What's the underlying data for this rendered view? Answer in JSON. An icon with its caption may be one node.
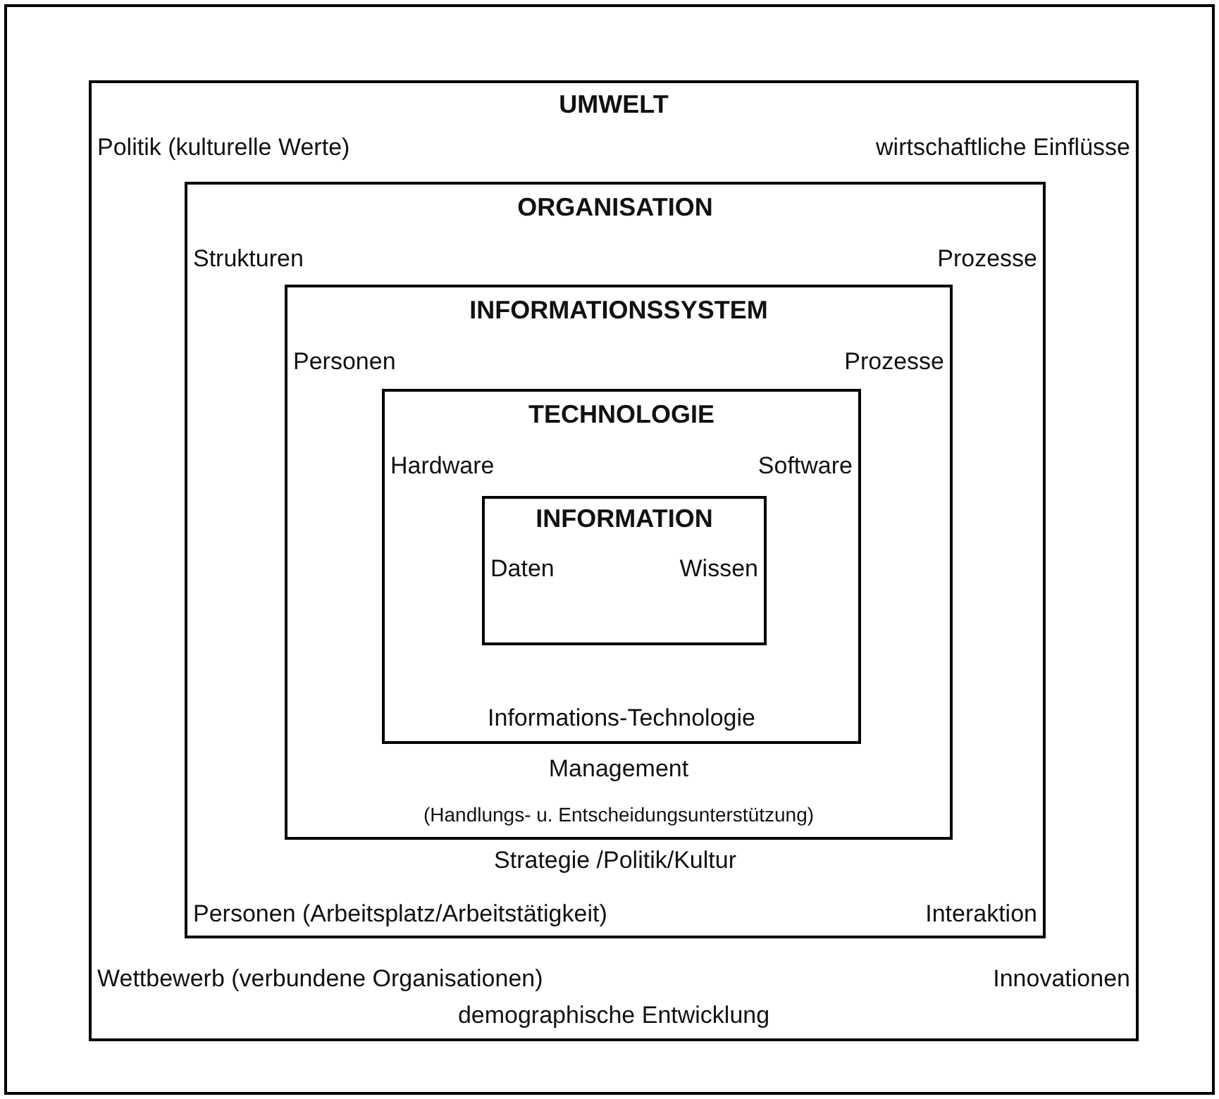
{
  "diagram": {
    "nodes": [
      {
        "text": [
          "UMWELT",
          "Politik (kulturelle Werte)",
          "wirtschaftliche Einflüsse",
          "Wettbewerb (verbundene Organisationen)",
          "Innovationen",
          "demographische Entwicklung"
        ]
      },
      {
        "text": [
          "ORGANISATION",
          "Strukturen",
          "Prozesse",
          "Strategie /Politik/Kultur",
          "Personen (Arbeitsplatz/Arbeitstätigkeit)",
          "Interaktion"
        ],
        "in": 0
      },
      {
        "text": [
          "INFORMATIONSSYSTEM",
          "Personen",
          "Prozesse",
          "Management",
          "(Handlungs- u. Entscheidungsunterstützung)"
        ],
        "in": 1
      },
      {
        "text": [
          "TECHNOLOGIE",
          "Hardware",
          "Software",
          "Informations-Technologie"
        ],
        "in": 2
      },
      {
        "text": [
          "INFORMATION",
          "Daten",
          "Wissen"
        ],
        "in": 3
      }
    ]
  }
}
